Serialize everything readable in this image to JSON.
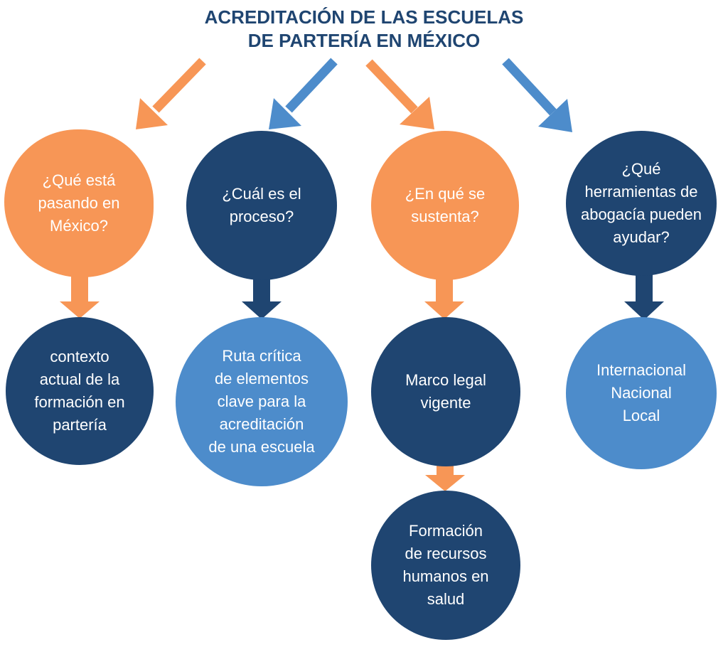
{
  "title": {
    "line1": "ACREDITACIÓN DE LAS ESCUELAS",
    "line2": "DE PARTERÍA EN MÉXICO"
  },
  "colors": {
    "title": "#1f4571",
    "orange": "#f79656",
    "navy": "#1f4571",
    "light_blue": "#4d8ccb",
    "text_on_node": "#ffffff"
  },
  "columns": [
    {
      "question": {
        "color": "orange",
        "lines": [
          "¿Qué está",
          "pasando en",
          "México?"
        ]
      },
      "answers": [
        {
          "color": "navy",
          "lines": [
            "contexto",
            "actual de la",
            "formación en",
            "partería"
          ]
        }
      ]
    },
    {
      "question": {
        "color": "navy",
        "lines": [
          "¿Cuál es el",
          "proceso?"
        ]
      },
      "answers": [
        {
          "color": "light_blue",
          "lines": [
            "Ruta crítica",
            "de elementos",
            "clave para la",
            "acreditación",
            "de una escuela"
          ]
        }
      ]
    },
    {
      "question": {
        "color": "orange",
        "lines": [
          "¿En qué se",
          "sustenta?"
        ]
      },
      "answers": [
        {
          "color": "navy",
          "lines": [
            "Marco legal",
            "vigente"
          ]
        },
        {
          "color": "navy",
          "lines": [
            "Formación",
            "de recursos",
            "humanos en",
            "salud"
          ]
        }
      ]
    },
    {
      "question": {
        "color": "navy",
        "lines": [
          "¿Qué",
          "herramientas de",
          "abogacía pueden",
          "ayudar?"
        ]
      },
      "answers": [
        {
          "color": "light_blue",
          "lines": [
            "Internacional",
            "Nacional",
            "Local"
          ]
        }
      ]
    }
  ]
}
